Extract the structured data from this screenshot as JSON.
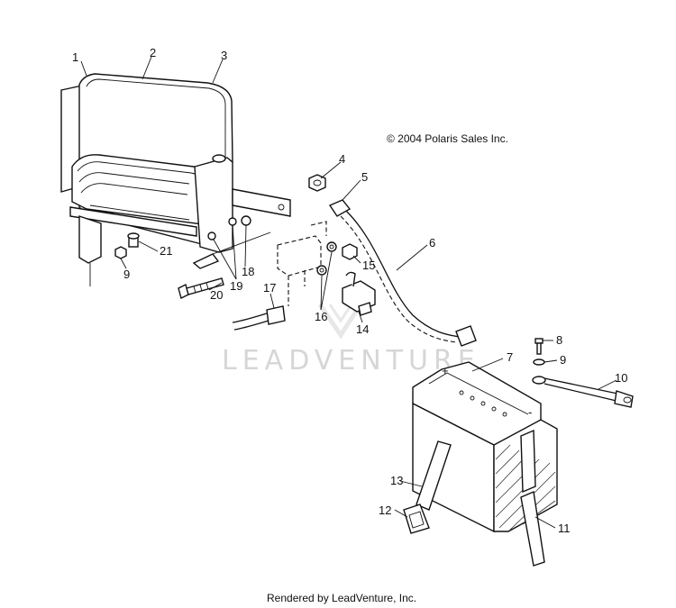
{
  "copyright": "© 2004 Polaris Sales Inc.",
  "watermark": "LEADVENTURE",
  "footer": "Rendered by LeadVenture, Inc.",
  "callouts": {
    "c1": "1",
    "c2": "2",
    "c3": "3",
    "c4": "4",
    "c5": "5",
    "c6": "6",
    "c7": "7",
    "c8": "8",
    "c9a": "9",
    "c9b": "9",
    "c10": "10",
    "c11": "11",
    "c12": "12",
    "c13": "13",
    "c14": "14",
    "c15": "15",
    "c16": "16",
    "c17": "17",
    "c18": "18",
    "c19": "19",
    "c20": "20",
    "c21": "21"
  }
}
